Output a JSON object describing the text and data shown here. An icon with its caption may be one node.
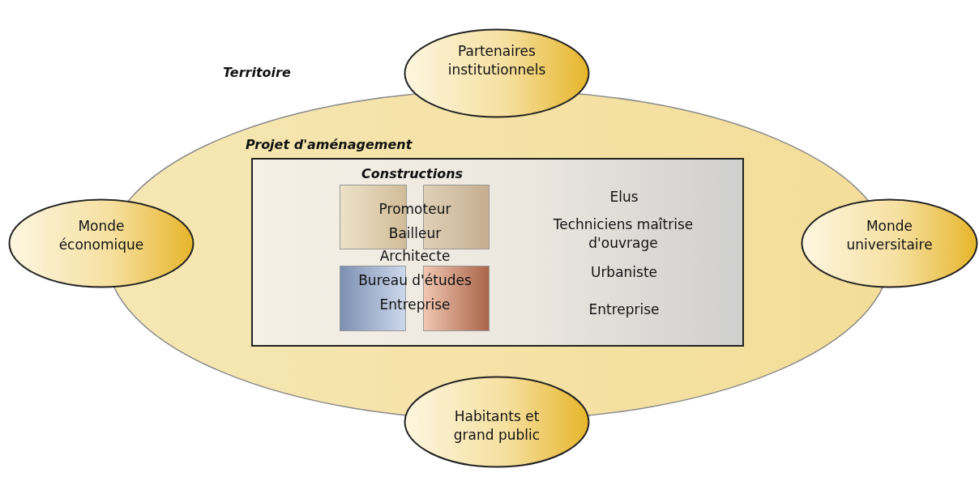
{
  "diagram": {
    "nodes": [
      {
        "text": [
          "Territoire"
        ]
      },
      {
        "text": [
          "Partenaires institutionnels"
        ]
      },
      {
        "text": [
          "Monde économique"
        ]
      },
      {
        "text": [
          "Monde universitaire"
        ]
      },
      {
        "text": [
          "Habitants et grand public"
        ]
      },
      {
        "text": [
          "Projet d'aménagement",
          "Elus",
          "Techniciens maîtrise d'ouvrage",
          "Urbaniste",
          "Entreprise"
        ],
        "in": 0
      },
      {
        "text": [
          "Constructions",
          "Promoteur",
          "Bailleur",
          "Architecte",
          "Bureau d'études",
          "Entreprise"
        ],
        "in": 5
      },
      {
        "text": [],
        "shape": "box",
        "in": 6
      },
      {
        "text": [],
        "shape": "box",
        "in": 6
      },
      {
        "text": [],
        "shape": "box",
        "in": 6
      },
      {
        "text": [],
        "shape": "box",
        "in": 6
      }
    ],
    "edges": []
  }
}
